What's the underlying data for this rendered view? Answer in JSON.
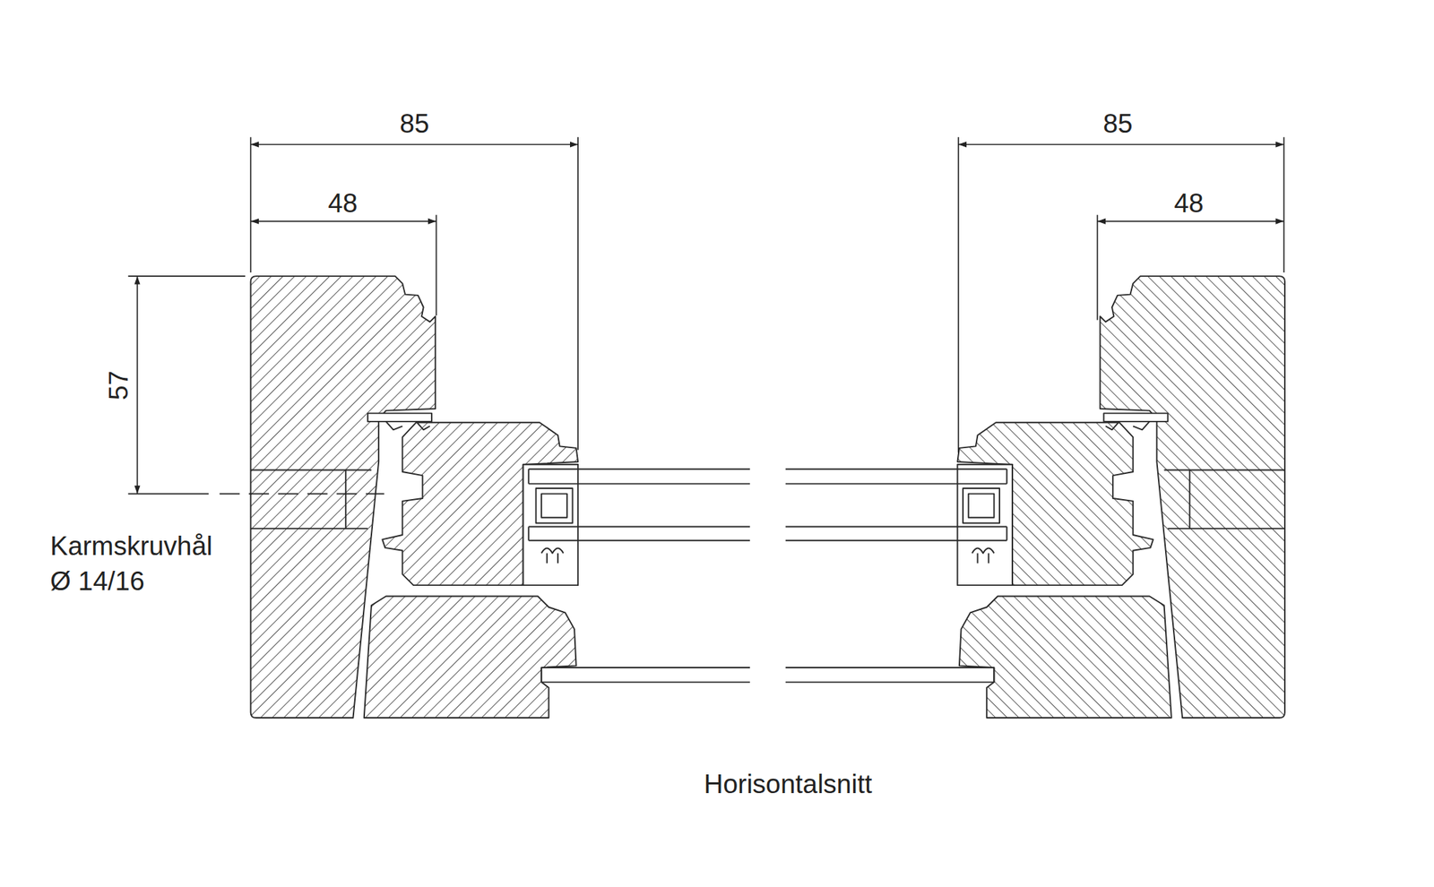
{
  "diagram": {
    "caption": "Horisontalsnitt",
    "labels": [
      "85",
      "48",
      "57",
      "Karmskruvhål",
      "Ø 14/16",
      "85",
      "48"
    ]
  }
}
